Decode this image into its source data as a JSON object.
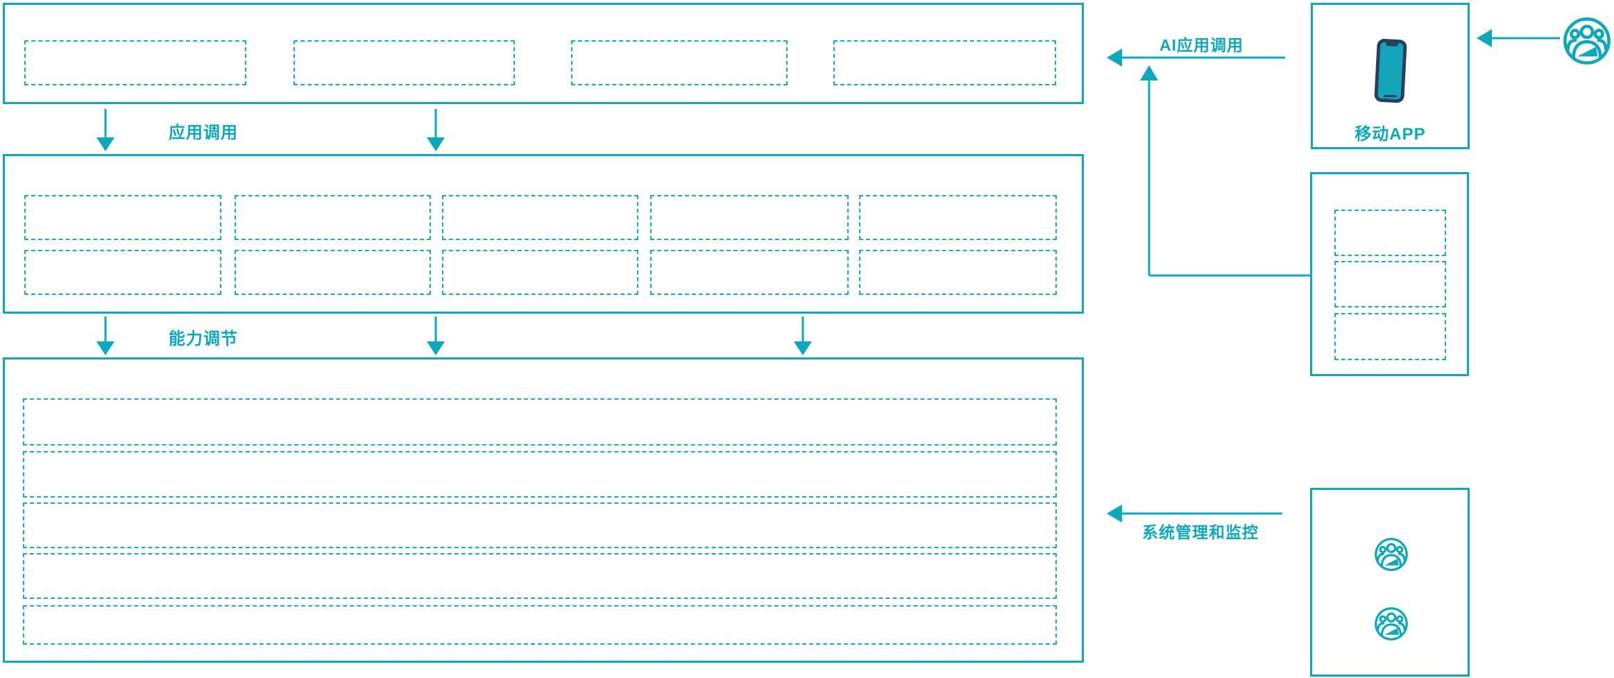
{
  "colors": {
    "accent_teal": "#0CA8BC",
    "dashed_teal": "#10AFC2",
    "phone_frame_navy": "#26405E",
    "phone_screen_teal": "#14A5BB"
  },
  "main_stack": {
    "top_band": {
      "placeholders": 4
    },
    "middle_band": {
      "placeholder_rows": 2,
      "placeholder_cols": 5
    },
    "bottom_band": {
      "placeholder_rows": 5
    }
  },
  "connectors": {
    "app_call": {
      "label": "应用调用"
    },
    "capability_adjust": {
      "label": "能力调节"
    },
    "ai_app_call": {
      "label": "AI应用调用"
    },
    "system_monitor": {
      "label": "系统管理和监控"
    }
  },
  "right_panel": {
    "mobile_app": {
      "label": "移动APP",
      "icon": "smartphone-icon"
    },
    "middle_box": {
      "placeholders": 3
    },
    "bottom_box": {
      "user_icons": 2,
      "icon": "user-group-icon"
    }
  },
  "top_right": {
    "icon": "user-group-icon"
  }
}
